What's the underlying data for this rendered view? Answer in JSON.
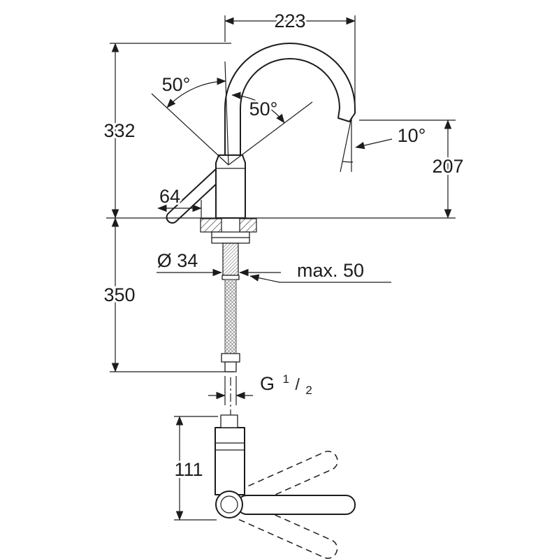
{
  "dimensions": {
    "spout_reach": "223",
    "spout_height": "332",
    "handle_angle_left": "50°",
    "handle_angle_right": "50°",
    "outlet_angle": "10°",
    "outlet_height": "207",
    "base_offset": "64",
    "shank_diameter": "Ø 34",
    "max_deck_thickness": "max. 50",
    "hose_length": "350",
    "thread": {
      "g": "G",
      "num": "1",
      "slash": "/",
      "den": "2"
    },
    "handle_length": "111"
  },
  "colors": {
    "line": "#1c1c1c",
    "background": "#ffffff"
  }
}
